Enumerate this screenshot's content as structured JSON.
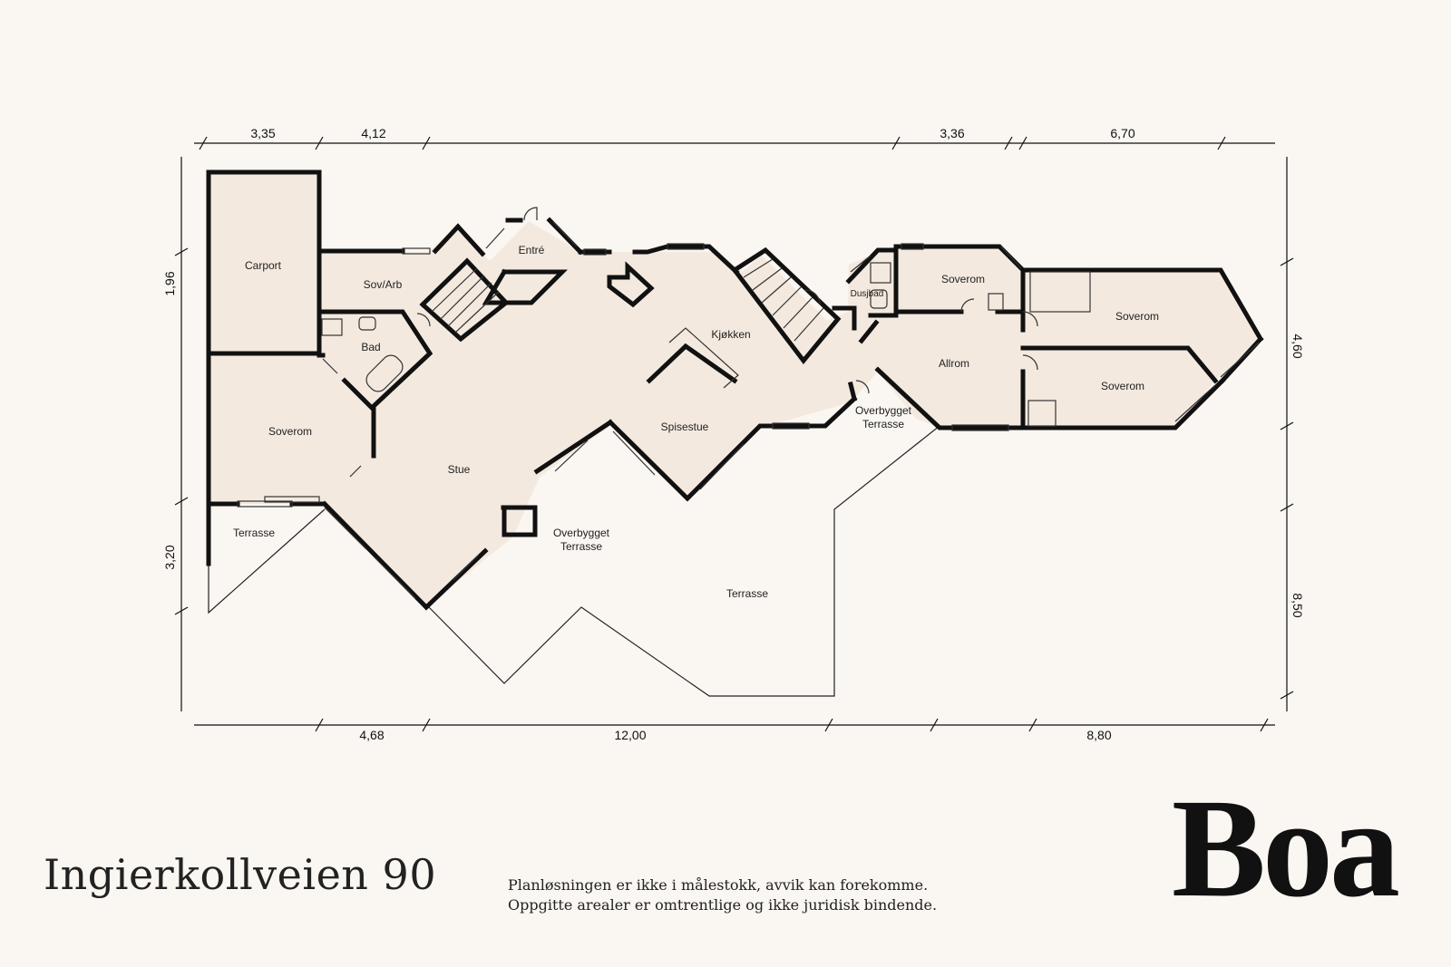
{
  "dimensions": {
    "top": [
      "3,35",
      "4,12",
      "3,36",
      "6,70"
    ],
    "bottom": [
      "4,68",
      "12,00",
      "8,80"
    ],
    "left": [
      "1,96",
      "3,20"
    ],
    "right": [
      "4,60",
      "8,50"
    ]
  },
  "rooms": {
    "carport": "Carport",
    "sov_arb": "Sov/Arb",
    "entre": "Entré",
    "bad": "Bad",
    "soverom_left": "Soverom",
    "terrasse_left": "Terrasse",
    "stue": "Stue",
    "kjokken": "Kjøkken",
    "spisestue": "Spisestue",
    "overbygget_terrasse_center_1": "Overbygget",
    "overbygget_terrasse_center_2": "Terrasse",
    "terrasse_main": "Terrasse",
    "dusjbad": "Dusjbad",
    "soverom_upper": "Soverom",
    "allrom": "Allrom",
    "overbygget_terrasse_right_1": "Overbygget",
    "overbygget_terrasse_right_2": "Terrasse",
    "soverom_right_top": "Soverom",
    "soverom_right_bottom": "Soverom"
  },
  "footer": {
    "address": "Ingierkollveien 90",
    "disclaimer_line1": "Planløsningen er ikke i målestokk, avvik kan forekomme.",
    "disclaimer_line2": "Oppgitte arealer er omtrentlige og ikke juridisk bindende.",
    "brand": "Boa"
  },
  "colors": {
    "background": "#faf6f1",
    "room_fill": "#f3e9df",
    "wall": "#111111"
  }
}
